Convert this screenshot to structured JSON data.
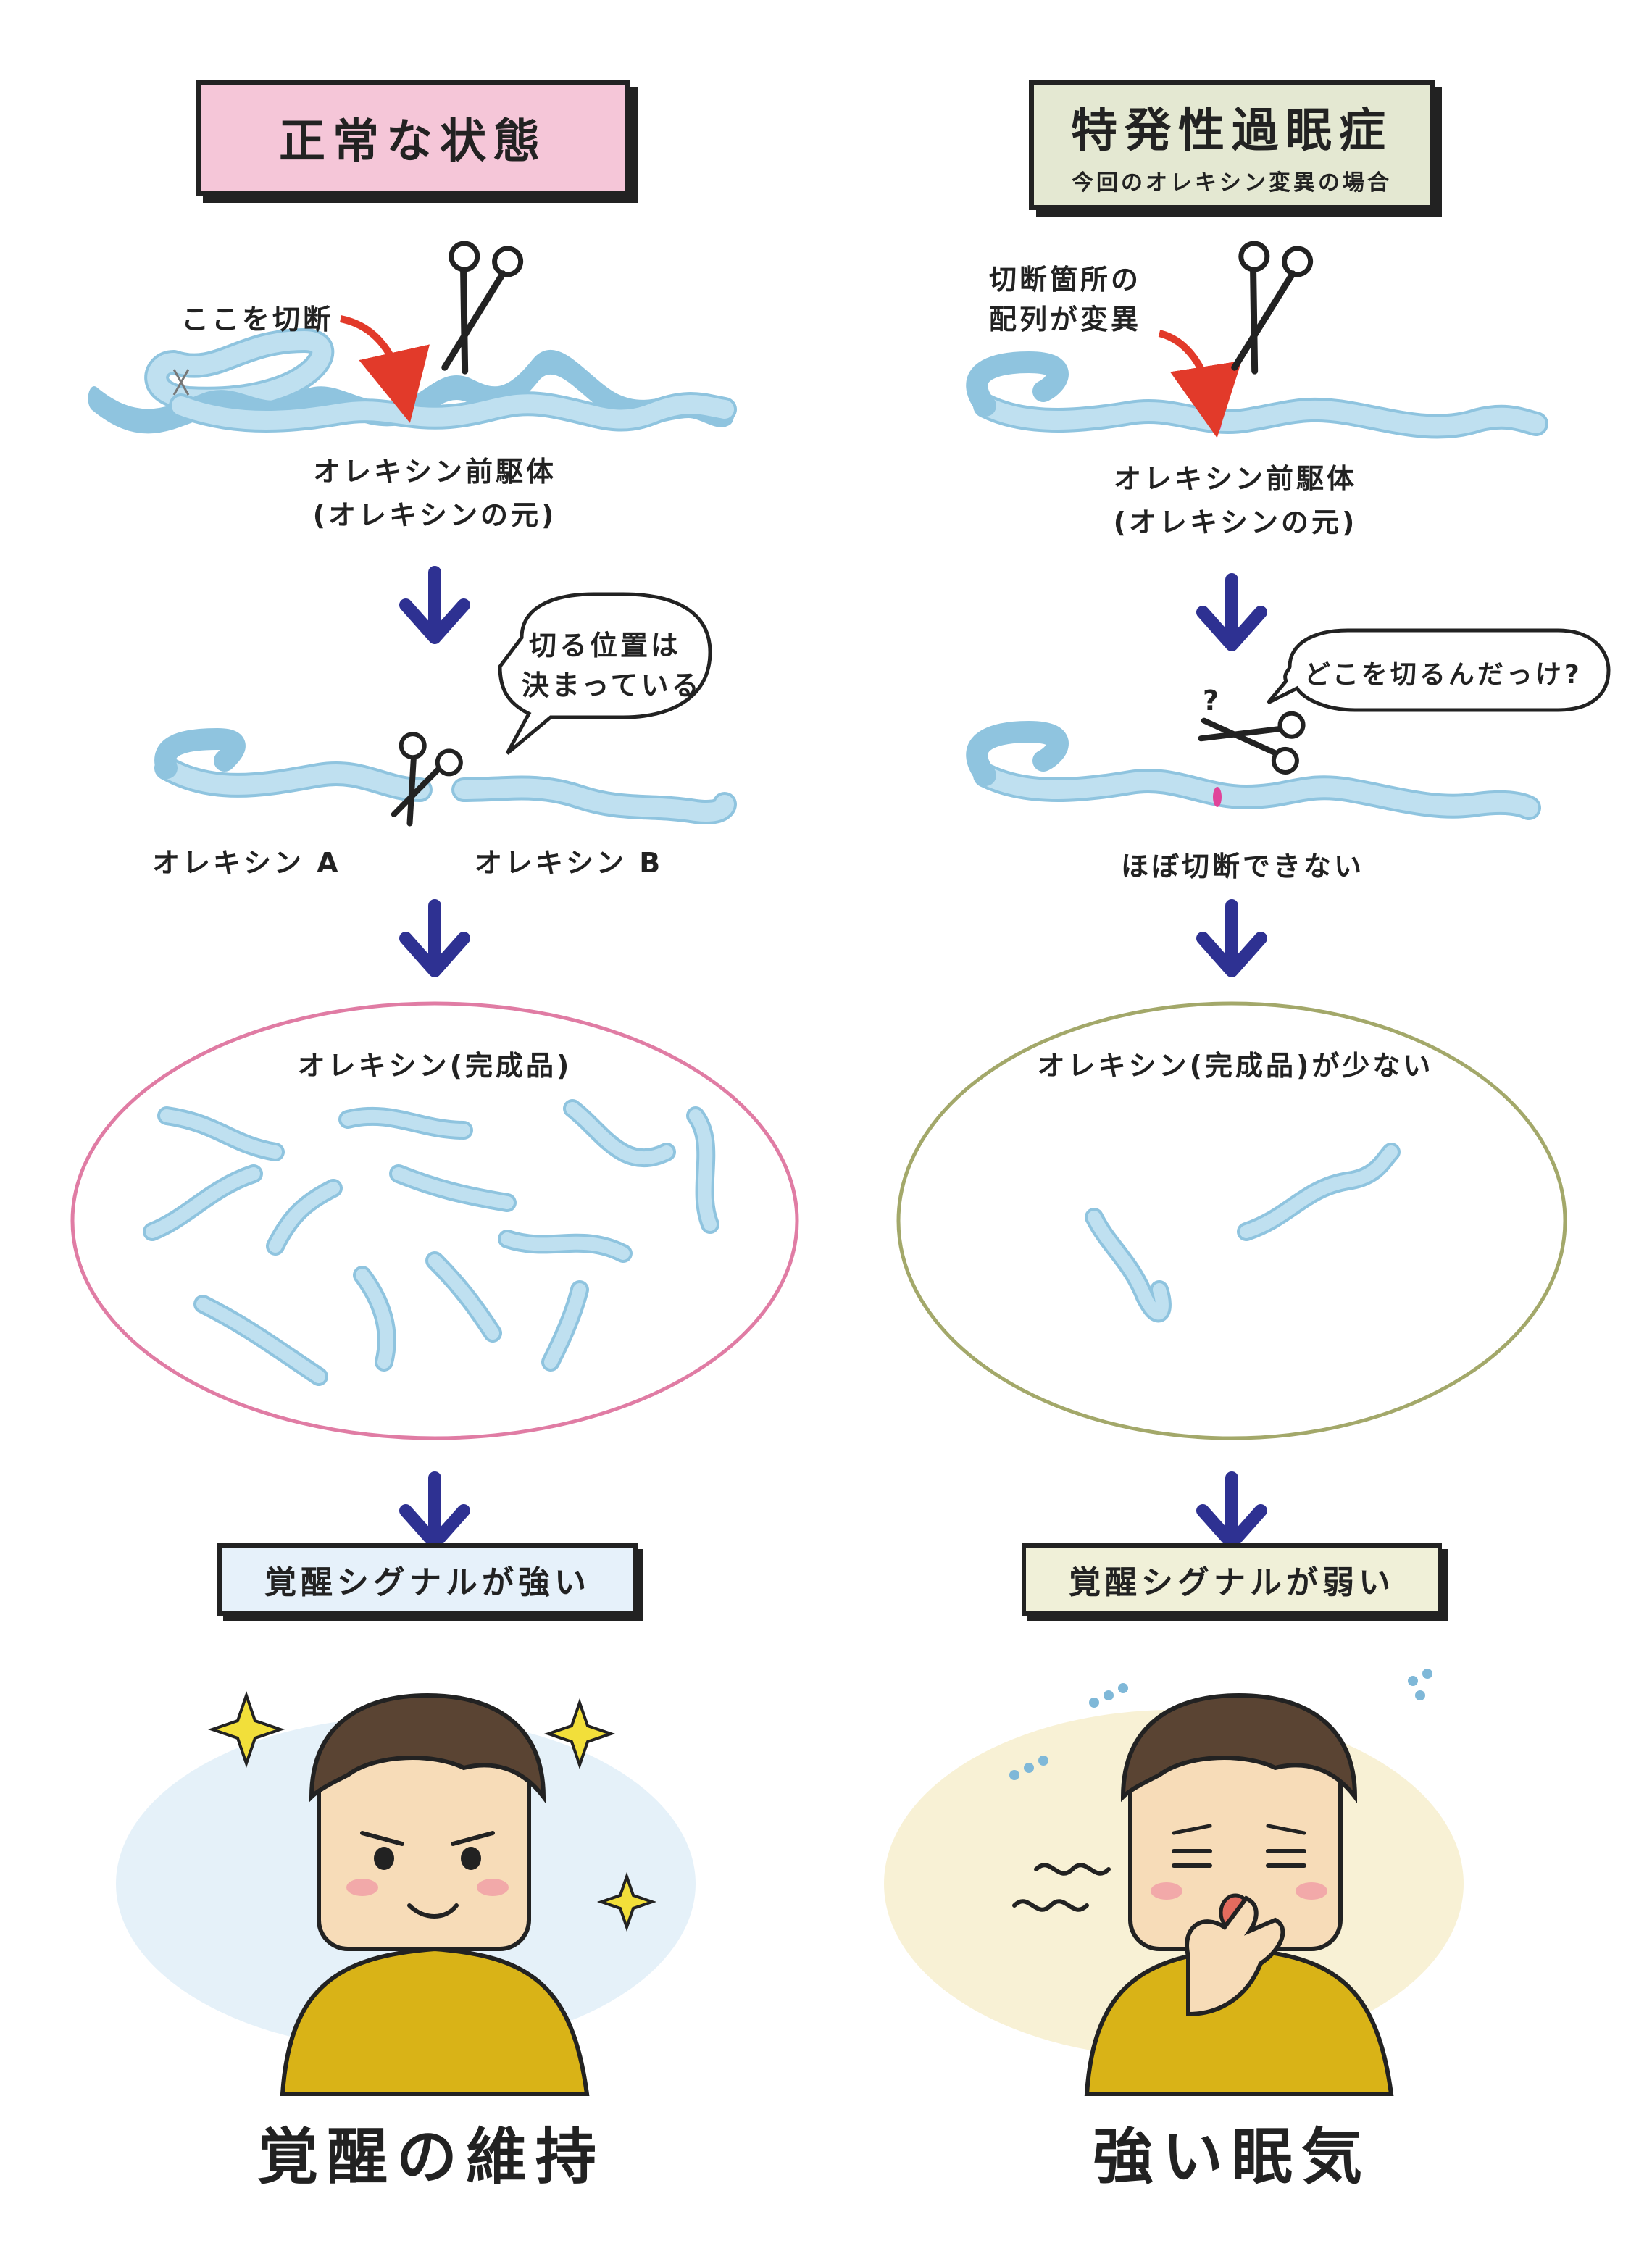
{
  "left": {
    "title": "正常な状態",
    "cut_here": "ここを切断",
    "precursor_line1": "オレキシン前駆体",
    "precursor_line2": "(オレキシンの元)",
    "bubble_line1": "切る位置は",
    "bubble_line2": "決まっている",
    "orexin_a": "オレキシン A",
    "orexin_b": "オレキシン B",
    "finished": "オレキシン(完成品)",
    "signal": "覚醒シグナルが強い",
    "result": "覚醒の維持"
  },
  "right": {
    "title": "特発性過眠症",
    "subtitle": "今回のオレキシン変異の場合",
    "mutation_line1": "切断箇所の",
    "mutation_line2": "配列が変異",
    "precursor_line1": "オレキシン前駆体",
    "precursor_line2": "(オレキシンの元)",
    "bubble": "どこを切るんだっけ?",
    "question_mark": "?",
    "cannot_cut": "ほぼ切断できない",
    "finished_few": "オレキシン(完成品)が少ない",
    "signal": "覚醒シグナルが弱い",
    "result": "強い眠気"
  },
  "colors": {
    "pink_title_bg": "#f5c6d8",
    "green_title_bg": "#e4e8d2",
    "protein": "#bfe0f0",
    "protein_edge": "#8fc4df",
    "arrow_blue": "#2e3192",
    "red_arrow": "#e23a2a",
    "pink_ellipse": "#e07ca4",
    "green_ellipse": "#a3a86a",
    "signal_left_bg": "#e6f1fa",
    "signal_right_bg": "#f0f0d8",
    "skin": "#f7dcb8",
    "hair": "#5a4433",
    "shirt": "#d9b317",
    "blush": "#f2a9a9"
  }
}
